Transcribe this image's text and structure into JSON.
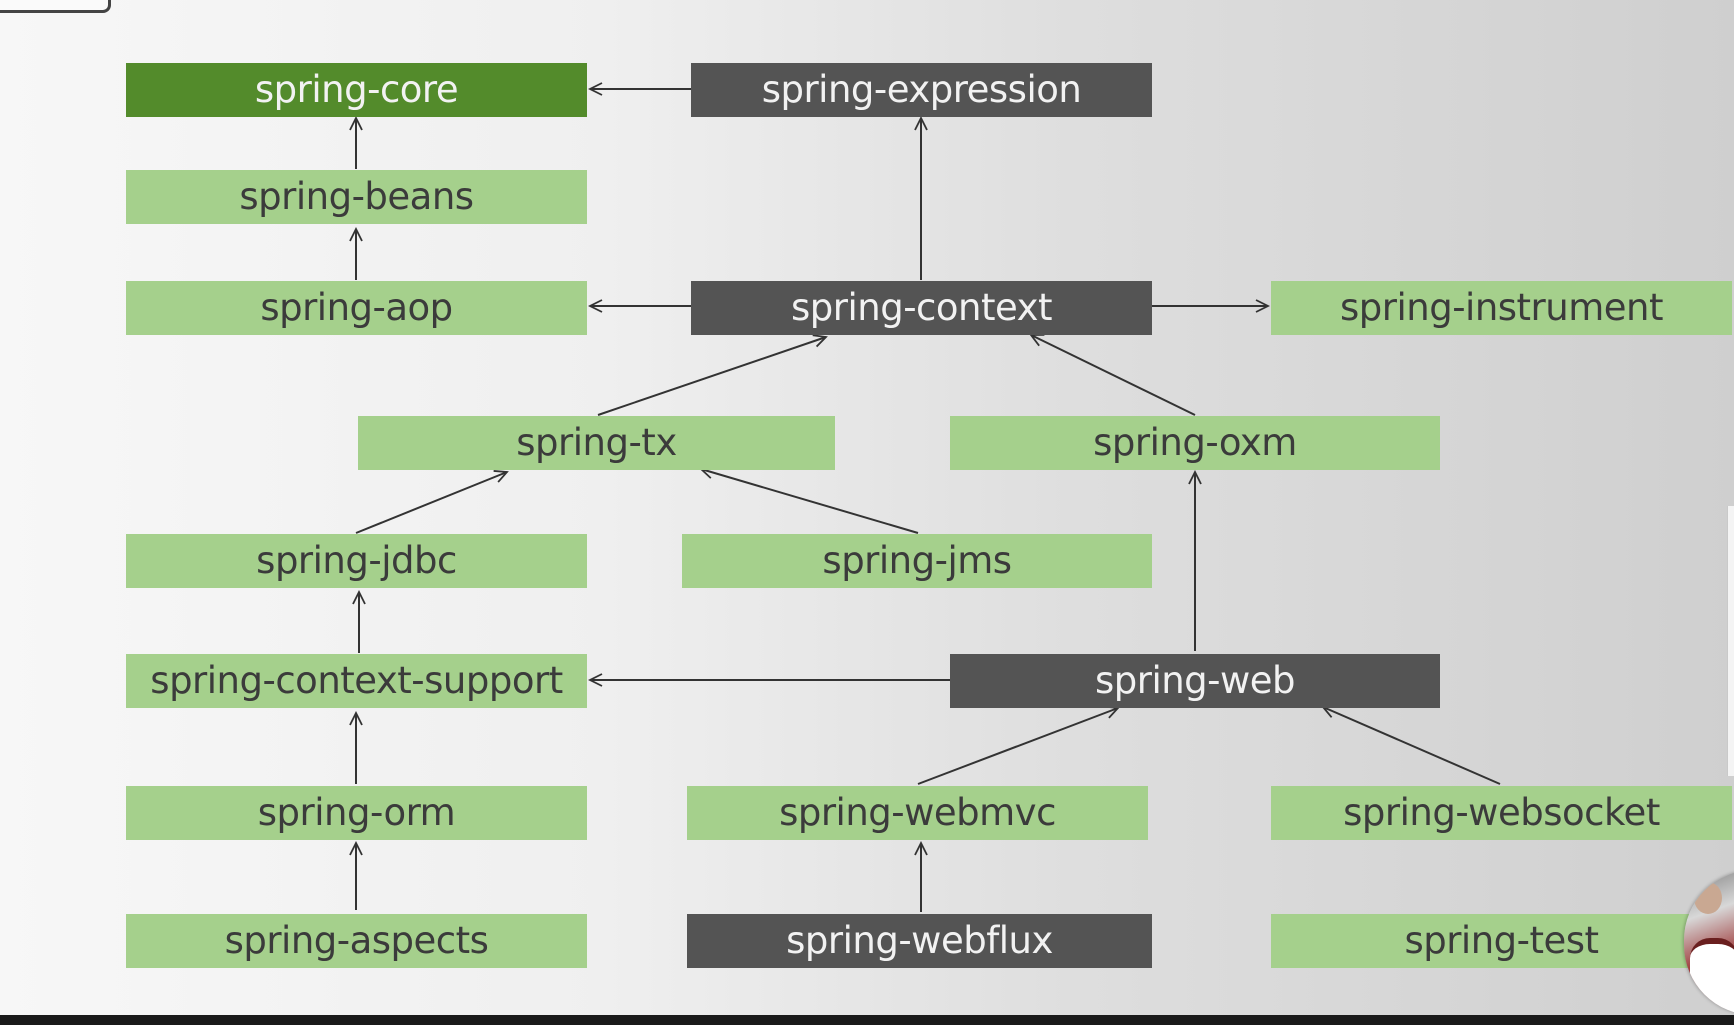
{
  "modules": {
    "core": "spring-core",
    "expression": "spring-expression",
    "beans": "spring-beans",
    "aop": "spring-aop",
    "context": "spring-context",
    "instrument": "spring-instrument",
    "tx": "spring-tx",
    "oxm": "spring-oxm",
    "jdbc": "spring-jdbc",
    "jms": "spring-jms",
    "context_support": "spring-context-support",
    "web": "spring-web",
    "orm": "spring-orm",
    "webmvc": "spring-webmvc",
    "websocket": "spring-websocket",
    "aspects": "spring-aspects",
    "webflux": "spring-webflux",
    "test": "spring-test"
  },
  "colors": {
    "light_module": "#a5d08c",
    "dark_module": "#545454",
    "core_module": "#538b2b",
    "arrow": "#333333"
  },
  "dependencies": [
    [
      "expression",
      "core"
    ],
    [
      "beans",
      "core"
    ],
    [
      "aop",
      "beans"
    ],
    [
      "context",
      "aop"
    ],
    [
      "context",
      "expression"
    ],
    [
      "context",
      "instrument"
    ],
    [
      "tx",
      "context"
    ],
    [
      "oxm",
      "context"
    ],
    [
      "jdbc",
      "tx"
    ],
    [
      "jms",
      "tx"
    ],
    [
      "context_support",
      "jdbc"
    ],
    [
      "web",
      "context_support"
    ],
    [
      "web",
      "oxm"
    ],
    [
      "orm",
      "context_support"
    ],
    [
      "webmvc",
      "web"
    ],
    [
      "websocket",
      "web"
    ],
    [
      "aspects",
      "orm"
    ],
    [
      "webflux",
      "webmvc"
    ]
  ]
}
